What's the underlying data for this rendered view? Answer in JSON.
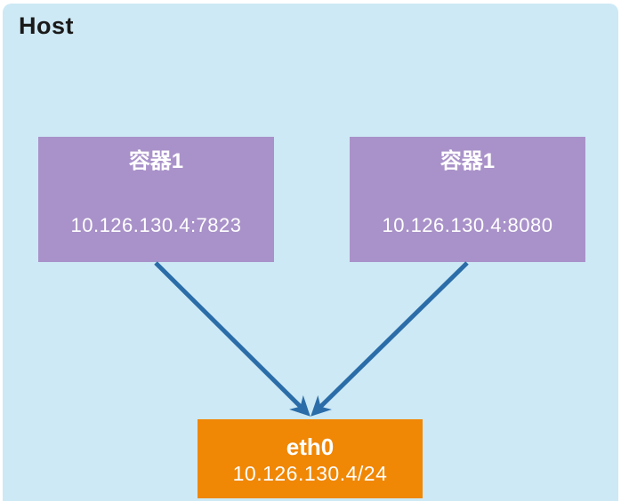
{
  "host": {
    "label": "Host"
  },
  "containers": [
    {
      "title": "容器1",
      "address": "10.126.130.4:7823"
    },
    {
      "title": "容器1",
      "address": "10.126.130.4:8080"
    }
  ],
  "interface": {
    "name": "eth0",
    "address": "10.126.130.4/24"
  },
  "colors": {
    "background": "#cde9f5",
    "container": "#a992c9",
    "interface": "#f08705",
    "arrow": "#2b6da8",
    "text_light": "#ffffff",
    "text_dark": "#1a1a1a"
  }
}
